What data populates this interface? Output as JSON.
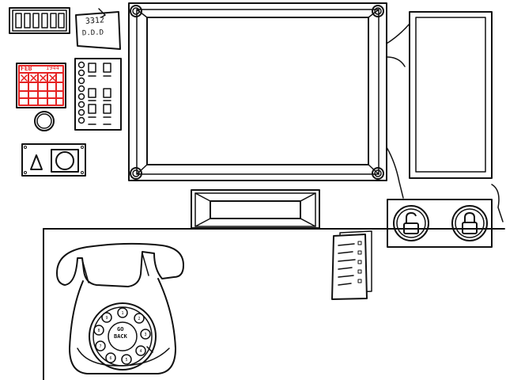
{
  "sticky_note": {
    "line1": "3312",
    "line2": "D.D.D"
  },
  "calendar": {
    "month": "FEB",
    "year": "1944"
  },
  "phone": {
    "dial_label_1": "GO",
    "dial_label_2": "BACK"
  },
  "colors": {
    "ink": "#111111",
    "calendar_red": "#e52222",
    "paper": "#ffffff"
  },
  "icons": {
    "unlock": "unlock-icon",
    "lock": "lock-icon",
    "warning": "triangle-warning-icon"
  }
}
